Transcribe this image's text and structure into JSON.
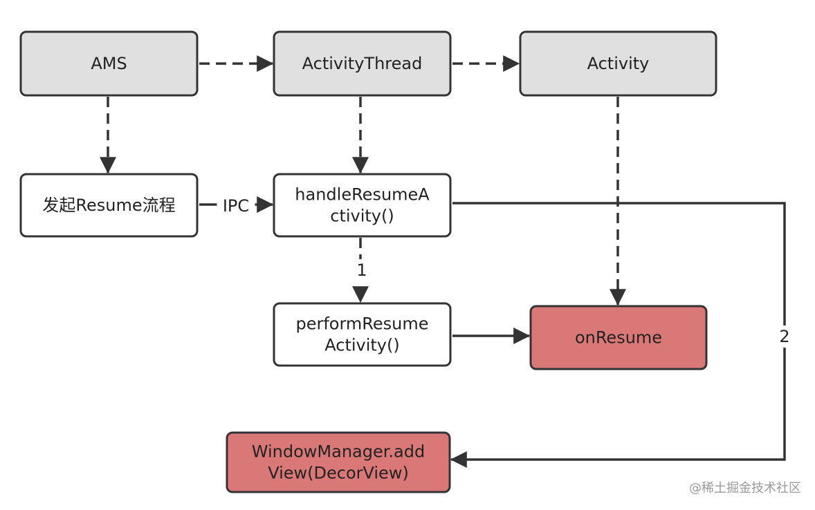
{
  "colors": {
    "gray_fill": "#e0e0e0",
    "white_fill": "#ffffff",
    "red_fill": "#da7877",
    "stroke": "#333333"
  },
  "nodes": [
    {
      "id": "ams",
      "lines": [
        "AMS"
      ],
      "fill": "gray"
    },
    {
      "id": "activity-thread",
      "lines": [
        "ActivityThread"
      ],
      "fill": "gray"
    },
    {
      "id": "activity",
      "lines": [
        "Activity"
      ],
      "fill": "gray"
    },
    {
      "id": "start-resume",
      "lines": [
        "发起Resume流程"
      ],
      "fill": "white"
    },
    {
      "id": "handle-resume-activity",
      "lines": [
        "handleResumeA",
        "ctivity()"
      ],
      "fill": "white"
    },
    {
      "id": "perform-resume-activity",
      "lines": [
        "performResume",
        "Activity()"
      ],
      "fill": "white"
    },
    {
      "id": "on-resume",
      "lines": [
        "onResume"
      ],
      "fill": "red"
    },
    {
      "id": "window-manager-add-view",
      "lines": [
        "WindowManager.add",
        "View(DecorView)"
      ],
      "fill": "red"
    }
  ],
  "edges": [
    {
      "id": "ams-to-activitythread",
      "from": "ams",
      "to": "activity-thread",
      "style": "dashed",
      "label": ""
    },
    {
      "id": "activitythread-to-activity",
      "from": "activity-thread",
      "to": "activity",
      "style": "dashed",
      "label": ""
    },
    {
      "id": "ams-to-start-resume",
      "from": "ams",
      "to": "start-resume",
      "style": "dashed",
      "label": ""
    },
    {
      "id": "activitythread-to-handle",
      "from": "activity-thread",
      "to": "handle-resume-activity",
      "style": "dashed",
      "label": ""
    },
    {
      "id": "activity-to-onresume",
      "from": "activity",
      "to": "on-resume",
      "style": "dashed",
      "label": ""
    },
    {
      "id": "start-resume-to-handle",
      "from": "start-resume",
      "to": "handle-resume-activity",
      "style": "solid",
      "label": "IPC"
    },
    {
      "id": "handle-to-perform",
      "from": "handle-resume-activity",
      "to": "perform-resume-activity",
      "style": "dashed",
      "label": "1"
    },
    {
      "id": "perform-to-onresume",
      "from": "perform-resume-activity",
      "to": "on-resume",
      "style": "solid",
      "label": ""
    },
    {
      "id": "handle-to-windowmanager",
      "from": "handle-resume-activity",
      "to": "window-manager-add-view",
      "style": "solid",
      "label": "2"
    }
  ],
  "watermark": "@稀土掘金技术社区"
}
